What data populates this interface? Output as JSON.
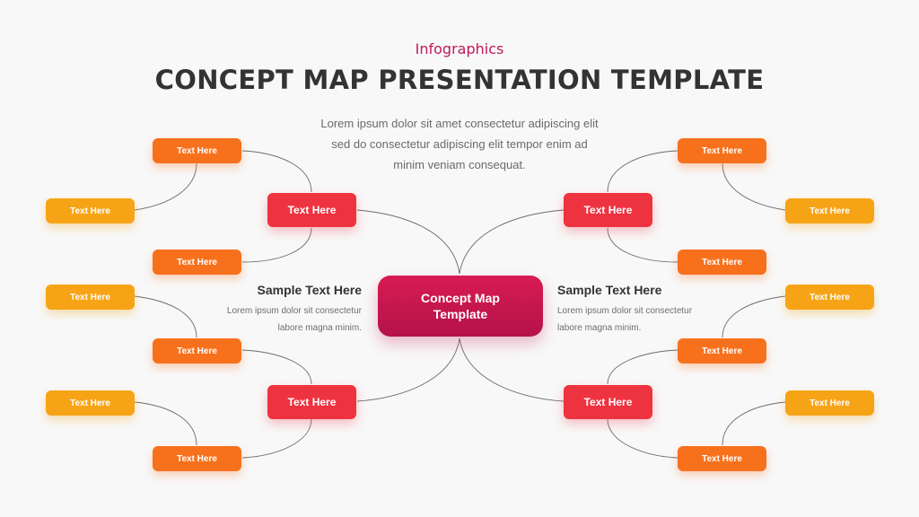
{
  "header": {
    "subtitle": "Infographics",
    "title": "CONCEPT MAP PRESENTATION TEMPLATE",
    "intro_lines": [
      "Lorem ipsum dolor sit amet consectetur adipiscing elit",
      "sed do consectetur adipiscing elit tempor enim ad",
      "minim veniam consequat."
    ]
  },
  "center": {
    "lines": [
      "Concept Map",
      "Template"
    ]
  },
  "branches": {
    "top_left": {
      "label": "Text Here",
      "upper": "Text Here",
      "outer": "Text Here",
      "lower": "Text Here"
    },
    "top_right": {
      "label": "Text Here",
      "upper": "Text Here",
      "outer": "Text Here",
      "lower": "Text Here"
    },
    "bottom_left": {
      "label": "Text Here",
      "outer": "Text Here",
      "upper": "Text Here",
      "lower_outer": "Text Here",
      "lower": "Text Here"
    },
    "bottom_right": {
      "label": "Text Here",
      "outer": "Text Here",
      "upper": "Text Here",
      "lower_outer": "Text Here",
      "lower": "Text Here"
    }
  },
  "sample_left": {
    "title": "Sample Text Here",
    "lines": [
      "Lorem ipsum dolor sit consectetur",
      "labore magna minim."
    ]
  },
  "sample_right": {
    "title": "Sample Text Here",
    "lines": [
      "Lorem ipsum dolor sit consectetur",
      "labore magna minim."
    ]
  },
  "colors": {
    "center": "#c8174f",
    "level1": "#ee3340",
    "level2_orange": "#f7711d",
    "level2_amber": "#f6a416",
    "title": "#333333",
    "subtitle": "#c2185b"
  }
}
